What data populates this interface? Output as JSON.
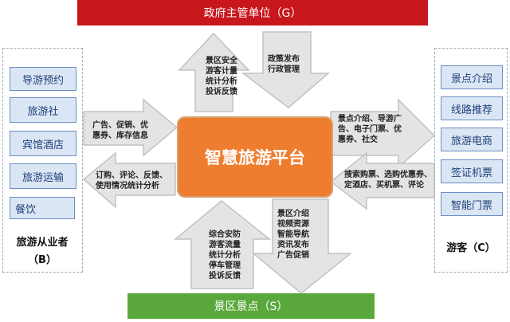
{
  "government": "政府主管单位（G）",
  "scenic": "景区景点（S）",
  "platform": "智慧旅游平台",
  "business": {
    "items": [
      "导游预约",
      "旅游社",
      "宾馆酒店",
      "旅游运输",
      "餐饮"
    ],
    "label": "旅游从业者",
    "code": "（B）"
  },
  "tourist": {
    "items": [
      "景点介绍",
      "线路推荐",
      "旅游电商",
      "签证机票",
      "智能门票"
    ],
    "label": "游客（C）"
  },
  "flows": {
    "g_up": [
      "景区安全",
      "游客计量",
      "统计分析",
      "投诉反馈"
    ],
    "g_down": [
      "政策发布",
      "行政管理"
    ],
    "b_right": [
      "广告、促销、优",
      "惠券、库存信息"
    ],
    "b_left": [
      "订购、评论、反馈、",
      "使用情况统计分析"
    ],
    "c_right": [
      "景点介绍、导游广",
      "告、电子门票、优",
      "惠券、社交"
    ],
    "c_left": [
      "搜索购票、选购优惠券、",
      "定酒店、买机票、评论"
    ],
    "s_up": [
      "综合安防",
      "游客流量",
      "统计分析",
      "停车管理",
      "投诉反馈"
    ],
    "s_down": [
      "景区介绍",
      "视频资源",
      "智能导航",
      "资讯发布",
      "广告促销"
    ]
  },
  "colors": {
    "red": "#c8161d",
    "green": "#5aa83c",
    "orange": "#ee7d2f",
    "arrow": "#e3e3e3"
  }
}
